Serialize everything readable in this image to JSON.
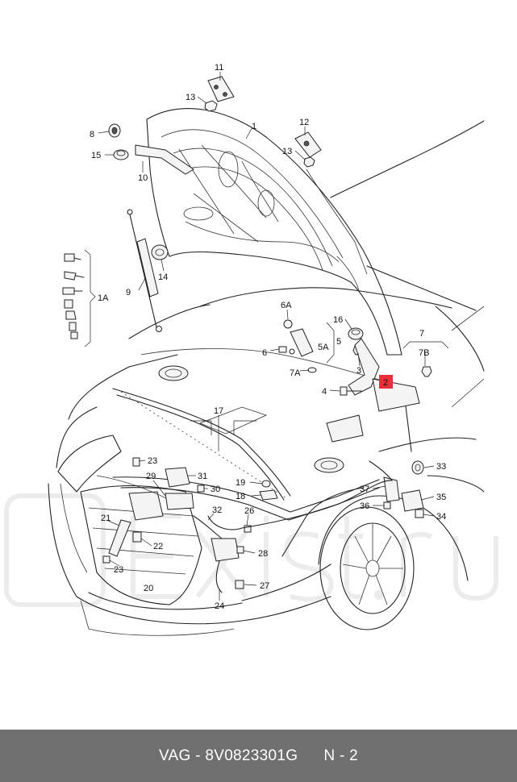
{
  "footer": {
    "part_code": "VAG - 8V0823301G",
    "page_ref": "N - 2"
  },
  "callouts": {
    "c1": "1",
    "c1A": "1A",
    "c2": "2",
    "c3": "3",
    "c4": "4",
    "c5": "5",
    "c5A": "5A",
    "c6": "6",
    "c6A": "6A",
    "c7": "7",
    "c7A": "7A",
    "c7B": "7B",
    "c8": "8",
    "c9": "9",
    "c10": "10",
    "c11": "11",
    "c12": "12",
    "c13a": "13",
    "c13b": "13",
    "c14": "14",
    "c15": "15",
    "c16": "16",
    "c17": "17",
    "c18": "18",
    "c19": "19",
    "c20": "20",
    "c21": "21",
    "c22": "22",
    "c23a": "23",
    "c23b": "23",
    "c24": "24",
    "c26": "26",
    "c27": "27",
    "c28": "28",
    "c29": "29",
    "c30": "30",
    "c31": "31",
    "c32": "32",
    "c33": "33",
    "c34": "34",
    "c35": "35",
    "c36": "36",
    "c37": "37"
  },
  "highlight_color": "#e8303a",
  "watermark": "exist.ru"
}
